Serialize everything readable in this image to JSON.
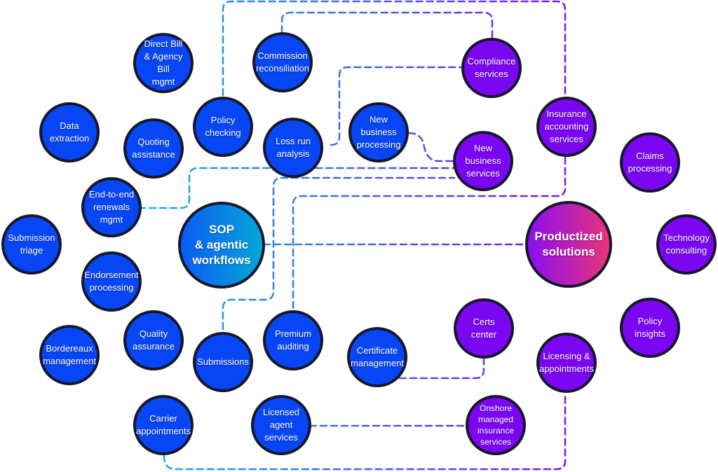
{
  "colors": {
    "blue_node": "#0746f4",
    "purple_node": "#7a06f2",
    "border": "#16172b",
    "link_start": "#13b5d6",
    "link_end": "#7a16f0"
  },
  "hubs": {
    "sop": "SOP\n& agentic\nworkflows",
    "productized": "Productized\nsolutions"
  },
  "blue_nodes": [
    "Direct Bill\n& Agency Bill\nmgmt",
    "Commission\nreconsiliation",
    "Data\nextraction",
    "Quoting\nassistance",
    "Policy\nchecking",
    "Loss run\nanalysis",
    "New business\nprocessing",
    "End-to-end\nrenewals\nmgmt",
    "Submission\ntriage",
    "Endorsement\nprocessing",
    "Bordereaux\nmanagement",
    "Quality\nassurance",
    "Submissions",
    "Premium\nauditing",
    "Certificate\nmanagement",
    "Carrier\nappointments",
    "Licensed\nagent\nservices"
  ],
  "purple_nodes": [
    "Compliance\nservices",
    "Insurance\naccounting\nservices",
    "New\nbusiness\nservices",
    "Claims\nprocessing",
    "Technology\nconsulting",
    "Policy\ninsights",
    "Certs\ncenter",
    "Licensing &\nappointments",
    "Onshore\nmanaged\ninsurance\nservices"
  ]
}
